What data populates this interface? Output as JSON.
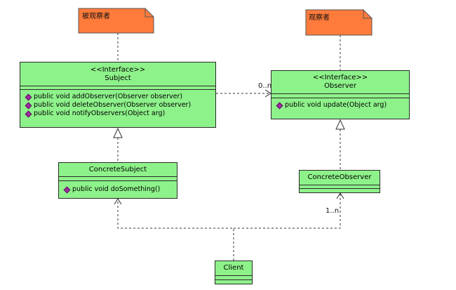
{
  "notes": {
    "subject_note": "被观察者",
    "observer_note": "观察者",
    "fill_color": "#ff7b3b"
  },
  "subject": {
    "stereotype": "<<Interface>>",
    "name": "Subject",
    "operations": [
      "public void addObserver(Observer observer)",
      "public void deleteObserver(Observer observer)",
      "public void notifyObservers(Object arg)"
    ]
  },
  "observer": {
    "stereotype": "<<Interface>>",
    "name": "Observer",
    "operations": [
      "public void update(Object arg)"
    ]
  },
  "concrete_subject": {
    "name": "ConcreteSubject",
    "operations": [
      "public void doSomething()"
    ]
  },
  "concrete_observer": {
    "name": "ConcreteObserver"
  },
  "client": {
    "name": "Client"
  },
  "multiplicities": {
    "subject_to_observer": "0..n",
    "client_to_concrete_observer": "1..n"
  },
  "colors": {
    "class_fill": "#8ef28a",
    "operation_icon": "#a02ca0"
  }
}
